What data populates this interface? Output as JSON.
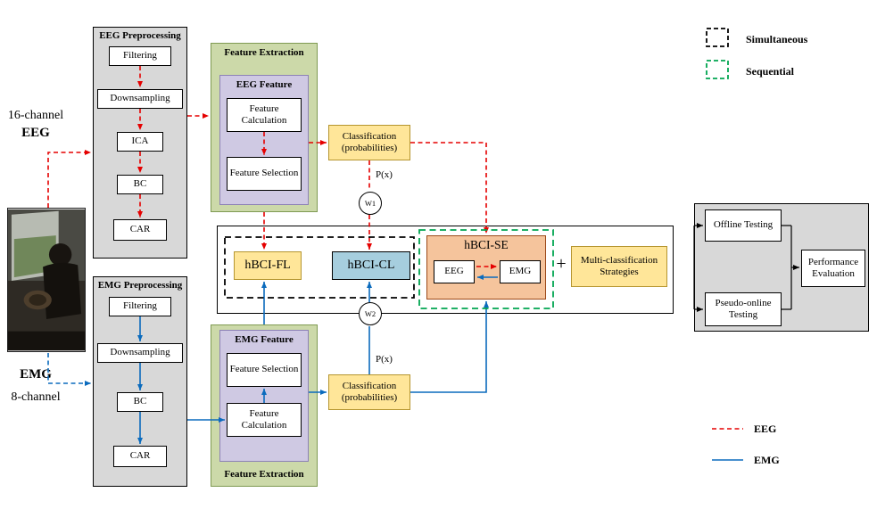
{
  "inputs": {
    "eeg_line1": "16-channel",
    "eeg_line2": "EEG",
    "emg_line1": "EMG",
    "emg_line2": "8-channel"
  },
  "eeg_preprocessing": {
    "title": "EEG Preprocessing",
    "steps": [
      "Filtering",
      "Downsampling",
      "ICA",
      "BC",
      "CAR"
    ]
  },
  "emg_preprocessing": {
    "title": "EMG Preprocessing",
    "steps": [
      "Filtering",
      "Downsampling",
      "BC",
      "CAR"
    ]
  },
  "eeg_features": {
    "outer_title": "Feature Extraction",
    "inner_title": "EEG Feature",
    "step1": "Feature Calculation",
    "step2": "Feature Selection"
  },
  "emg_features": {
    "outer_title": "Feature Extraction",
    "inner_title": "EMG Feature",
    "step1": "Feature Selection",
    "step2": "Feature Calculation"
  },
  "classification": {
    "eeg_label": "Classification (probabilities)",
    "emg_label": "Classification (probabilities)",
    "eeg_px": "P(x)",
    "emg_px": "P(x)",
    "w1": "W1",
    "w2": "W2"
  },
  "fusion": {
    "hbci_fl": "hBCI-FL",
    "hbci_cl": "hBCI-CL",
    "hbci_se": "hBCI-SE",
    "se_eeg": "EEG",
    "se_emg": "EMG",
    "plus": "+",
    "multi": "Multi-classification Strategies"
  },
  "evaluation": {
    "offline": "Offline Testing",
    "pseudo_online": "Pseudo-online Testing",
    "performance": "Performance Evaluation"
  },
  "legend": {
    "simultaneous": "Simultaneous",
    "sequential": "Sequential",
    "eeg": "EEG",
    "emg": "EMG"
  },
  "colors": {
    "eeg_line": "#e50000",
    "emg_line": "#0b6bbd",
    "sequential_green": "#00a550",
    "simultaneous_black": "#000000",
    "yellow_box": "#ffe699",
    "cyan_box": "#a6cede",
    "orange_box": "#f5c49c",
    "green_panel": "#ccd9a9",
    "purple_panel": "#cfc9e3",
    "gray_panel": "#d8d8d8"
  }
}
